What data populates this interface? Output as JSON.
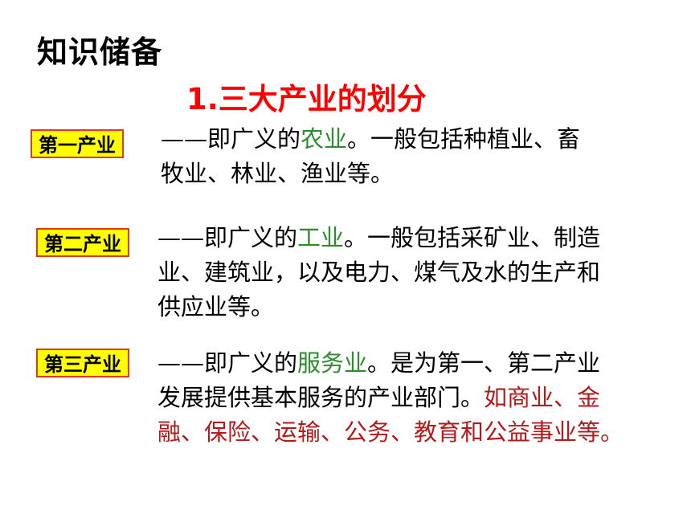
{
  "slide": {
    "heading": "知识储备",
    "subtitle": "1.三大产业的划分",
    "colors": {
      "label_bg": "#ffff00",
      "label_border": "#e03a1e",
      "highlight_green": "#2e8b2e",
      "highlight_red": "#b31b1b",
      "subtitle": "#ff0000"
    },
    "sections": [
      {
        "label": "第一产业",
        "prefix": "——即广义的",
        "highlight": "农业",
        "line1_rest": "。一般包括种植业、畜",
        "line2": "牧业、林业、渔业等。"
      },
      {
        "label": "第二产业",
        "prefix": "——即广义的",
        "highlight": "工业",
        "line1_rest": "。一般包括采矿业、制造",
        "line2": "业、建筑业，以及电力、煤气及水的生产和",
        "line3": "供应业等。"
      },
      {
        "label": "第三产业",
        "prefix": "——即广义的",
        "highlight": "服务业",
        "line1_rest": "。是为第一、第二产业",
        "line2_black": "发展提供基本服务的产业部门。",
        "line2_red": "如商业、金",
        "line3_red": "融、保险、运输、公务、教育和公益事业等。"
      }
    ]
  }
}
